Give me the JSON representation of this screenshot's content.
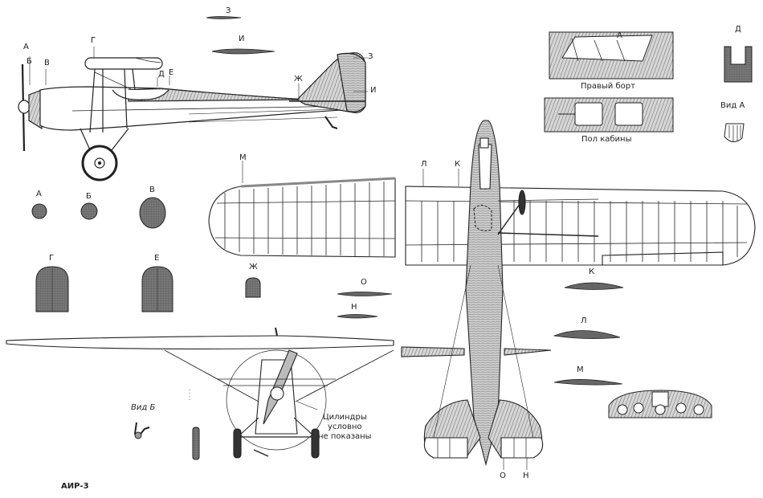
{
  "title": "АИР-3",
  "labels": {
    "A": "А",
    "B": "Б",
    "V": "В",
    "G": "Г",
    "D": "Д",
    "E": "Е",
    "ZH": "Ж",
    "Z": "З",
    "I": "И",
    "K": "К",
    "L": "Л",
    "M": "М",
    "N": "Н",
    "O": "О"
  },
  "captions": {
    "right_side": "Правый борт",
    "cabin_floor": "Пол кабины",
    "view_a": "Вид А",
    "view_b": "Вид Б",
    "cylinders_line1": "Цилиндры",
    "cylinders_line2": "условно",
    "cylinders_line3": "не показаны"
  },
  "colors": {
    "ink": "#222222",
    "section_fill": "#555555",
    "hatch_fill": "#7a7a7a",
    "light_fill": "#bdbdbd"
  }
}
